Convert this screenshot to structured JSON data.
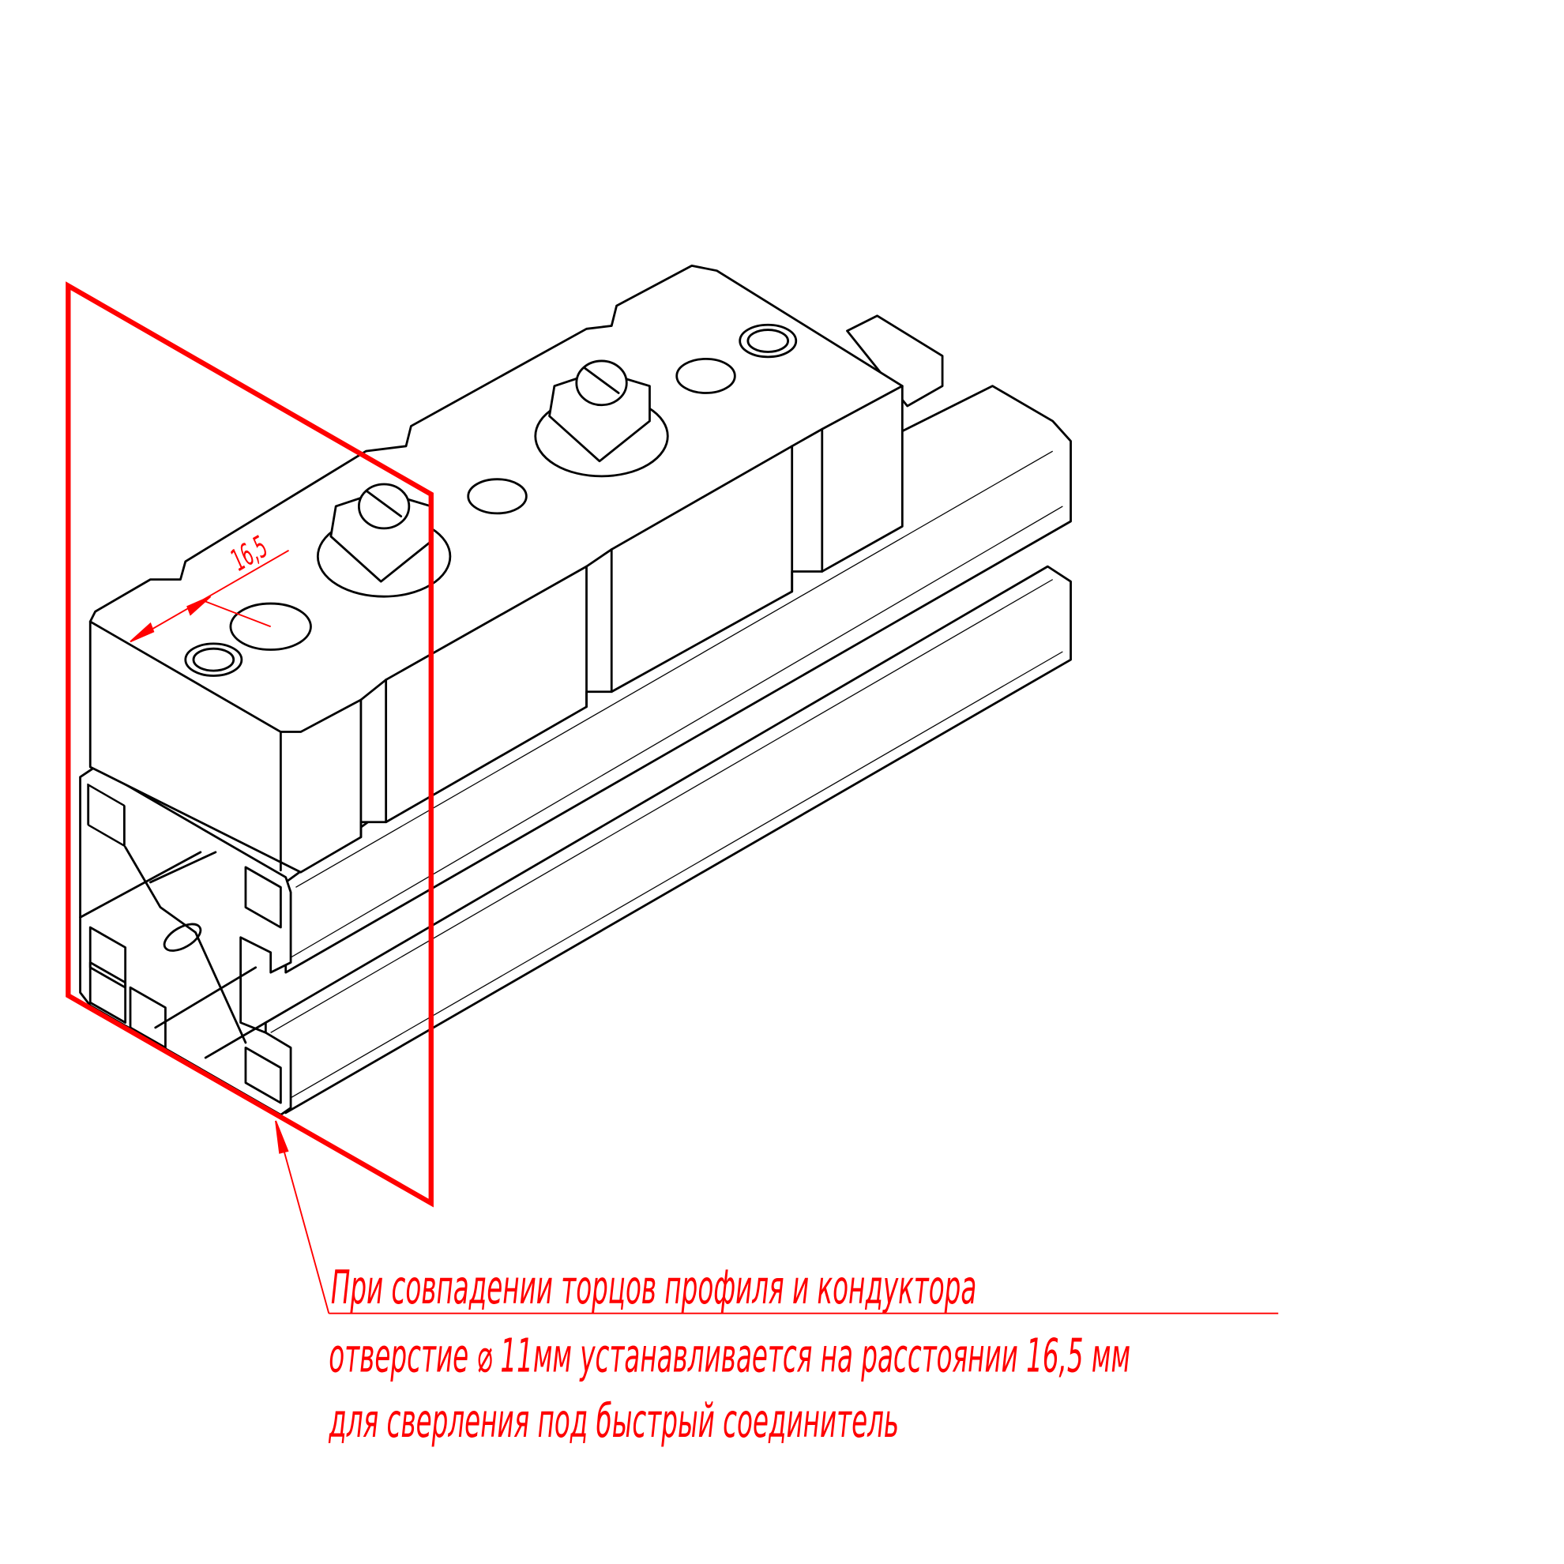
{
  "drawing": {
    "dimension_label": "16,5",
    "note_lines": [
      "При совпадении торцов профиля и кондуктора",
      "отверстие ⌀ 11мм устанавливается на расстоянии 16,5 мм",
      "для сверления под быстрый соединитель"
    ],
    "annotation_color": "#ff0000"
  }
}
